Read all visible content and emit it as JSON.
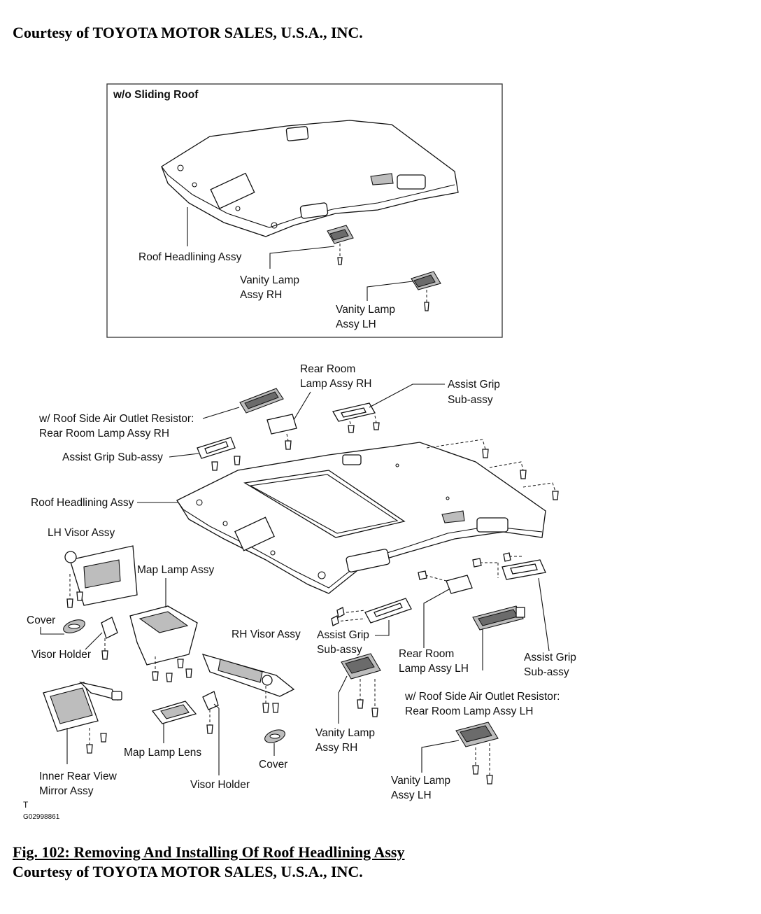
{
  "header": {
    "courtesy": "Courtesy of TOYOTA MOTOR SALES, U.S.A., INC."
  },
  "inset": {
    "title": "w/o Sliding Roof",
    "labels": {
      "roof_headlining": "Roof Headlining Assy",
      "vanity_rh_1": "Vanity Lamp",
      "vanity_rh_2": "Assy RH",
      "vanity_lh_1": "Vanity Lamp",
      "vanity_lh_2": "Assy LH"
    }
  },
  "main": {
    "labels": {
      "rear_room_rh_1": "Rear Room",
      "rear_room_rh_2": "Lamp Assy RH",
      "assist_grip_tr_1": "Assist Grip",
      "assist_grip_tr_2": "Sub-assy",
      "air_outlet_rh_1": "w/ Roof Side Air Outlet Resistor:",
      "air_outlet_rh_2": "Rear Room Lamp Assy RH",
      "assist_grip_left": "Assist  Grip Sub-assy",
      "roof_headlining": "Roof Headlining Assy",
      "lh_visor": "LH Visor Assy",
      "map_lamp": "Map Lamp Assy",
      "cover_left": "Cover",
      "visor_holder_left": "Visor Holder",
      "rh_visor": "RH Visor Assy",
      "assist_grip_mid_1": "Assist Grip",
      "assist_grip_mid_2": "Sub-assy",
      "rear_room_lh_1": "Rear Room",
      "rear_room_lh_2": "Lamp Assy LH",
      "assist_grip_right_1": "Assist Grip",
      "assist_grip_right_2": "Sub-assy",
      "air_outlet_lh_1": "w/ Roof Side Air Outlet Resistor:",
      "air_outlet_lh_2": "Rear Room Lamp Assy LH",
      "vanity_rh_1": "Vanity Lamp",
      "vanity_rh_2": "Assy RH",
      "map_lamp_lens": "Map Lamp Lens",
      "cover_bottom": "Cover",
      "inner_mirror_1": "Inner Rear View",
      "inner_mirror_2": "Mirror Assy",
      "visor_holder_bottom": "Visor Holder",
      "vanity_lh_1": "Vanity Lamp",
      "vanity_lh_2": "Assy LH"
    },
    "ref_letter": "T",
    "ref_code": "G02998861"
  },
  "footer": {
    "caption": "Fig. 102: Removing And Installing Of Roof Headlining Assy",
    "courtesy": "Courtesy of TOYOTA MOTOR SALES, U.S.A., INC."
  }
}
